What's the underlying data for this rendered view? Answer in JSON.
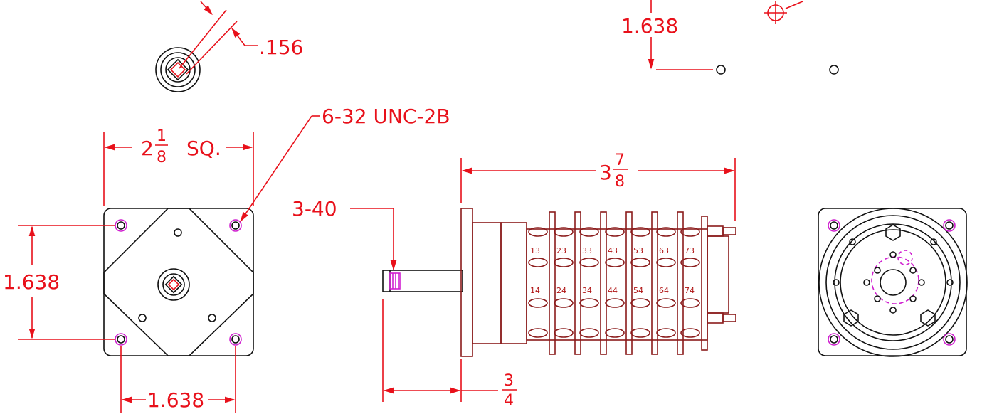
{
  "colors": {
    "dimension": "#e8101a",
    "outline": "#111111",
    "hole": "#d020d0",
    "wafer": "#8b1c1c"
  },
  "dims": {
    "top_wall": ".156",
    "top_right": "1.638",
    "square_whole": "2",
    "square_num": "1",
    "square_den": "8",
    "square_suffix": "SQ.",
    "thread_callout": "6-32 UNC-2B",
    "left_vertical": "1.638",
    "bottom_horizontal": "1.638",
    "shaft_thread": "3-40",
    "length_whole": "3",
    "length_num": "7",
    "length_den": "8",
    "shaft_num": "3",
    "shaft_den": "4"
  },
  "wafer_labels": {
    "row1": [
      "13",
      "23",
      "33",
      "43",
      "53",
      "63",
      "73"
    ],
    "row2": [
      "14",
      "24",
      "34",
      "44",
      "54",
      "64",
      "74"
    ]
  }
}
